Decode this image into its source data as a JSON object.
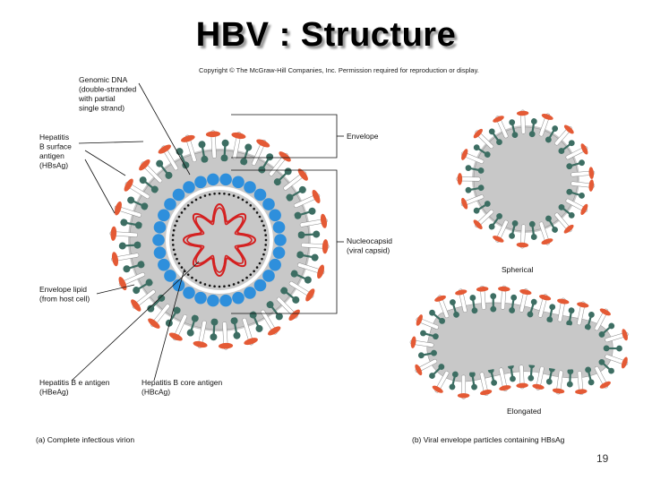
{
  "title": "HBV : Structure",
  "copyright": "Copyright © The McGraw-Hill Companies, Inc. Permission required for reproduction or display.",
  "page_number": "19",
  "labels": {
    "genomic_dna": [
      "Genomic DNA",
      "(double-stranded",
      "with partial",
      "single strand)"
    ],
    "hbsag": [
      "Hepatitis",
      "B surface",
      "antigen",
      "(HBsAg)"
    ],
    "envelope_lipid": [
      "Envelope lipid",
      "(from host cell)"
    ],
    "hbeag": [
      "Hepatitis B e antigen",
      "(HBeAg)"
    ],
    "hbcag": [
      "Hepatitis B core antigen",
      "(HBcAg)"
    ],
    "envelope": [
      "Envelope"
    ],
    "nucleocapsid": [
      "Nucleocapsid",
      "(viral capsid)"
    ],
    "spherical": "Spherical",
    "elongated": "Elongated",
    "caption_a": "(a)  Complete infectious virion",
    "caption_b": "(b)  Viral envelope particles containing HBsAg"
  },
  "colors": {
    "envelope_gray": "#c8c8c8",
    "lipid_green": "#3d6e63",
    "surface_antigen": "#e45a35",
    "capsid_blue": "#2e8fdc",
    "dna_red": "#d42020"
  }
}
